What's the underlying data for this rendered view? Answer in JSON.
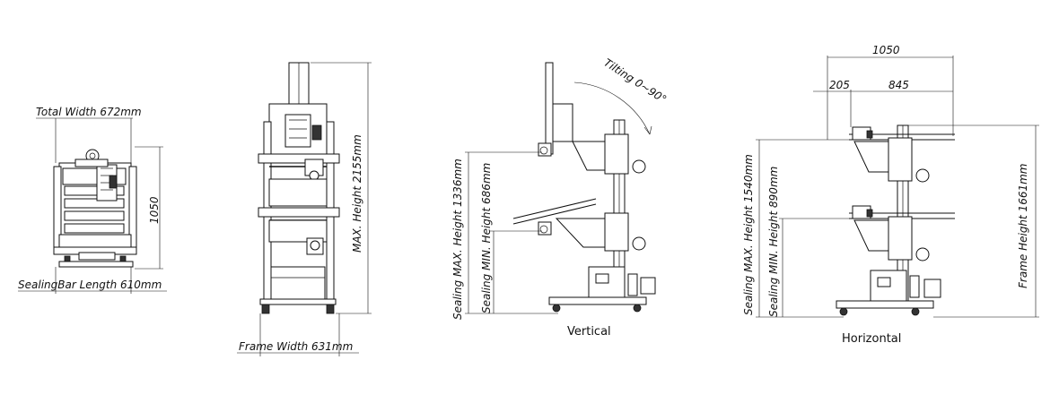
{
  "views": {
    "top": {
      "total_width": "Total Width 672mm",
      "height_dim": "1050",
      "sealing_bar": "SealingBar Length 610mm"
    },
    "front": {
      "max_height": "MAX. Height 2155mm",
      "frame_width": "Frame Width 631mm"
    },
    "vertical": {
      "tilting": "Tilting 0~90°",
      "sealing_max": "Sealing MAX. Height 1336mm",
      "sealing_min": "Sealing MIN. Height 686mm",
      "caption": "Vertical"
    },
    "horizontal": {
      "dim_total": "1050",
      "dim_left": "205",
      "dim_right": "845",
      "sealing_max": "Sealing MAX. Height 1540mm",
      "sealing_min": "Sealing MIN. Height 890mm",
      "frame_height": "Frame Height 1661mm",
      "caption": "Horizontal"
    }
  }
}
